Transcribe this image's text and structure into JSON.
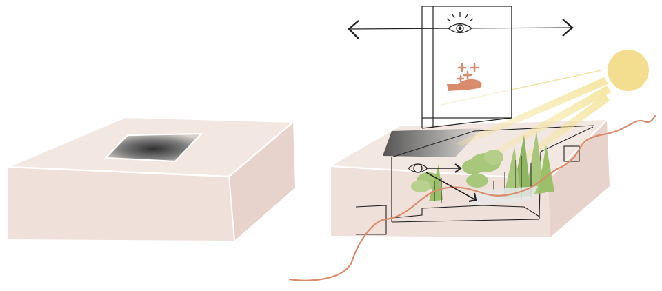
{
  "diagram": {
    "colors": {
      "block_top": "#f3e7e2",
      "block_front": "#f0e2dc",
      "block_side": "#e9d5cd",
      "void": "#3b3b3b",
      "ink": "#222222",
      "accent": "#d98b6b",
      "sun": "#f2dc8a",
      "sun_ray": "#f3e4a0",
      "tree_light": "#a9c77b",
      "tree_dark": "#7da24f"
    },
    "icons": [
      "eye-icon",
      "hand-with-plus-icon",
      "sun-icon",
      "tree-icon",
      "arrow-icon"
    ],
    "panels": [
      {
        "name": "closed-block",
        "elements": [
          "block",
          "courtyard-void"
        ]
      },
      {
        "name": "opened-block",
        "elements": [
          "viewing-tower",
          "sun",
          "sun-rays",
          "inner-garden",
          "path-line",
          "view-arrows"
        ]
      }
    ]
  }
}
